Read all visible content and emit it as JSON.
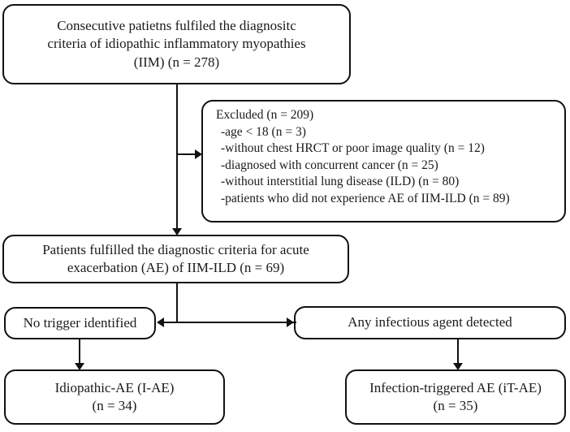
{
  "diagram": {
    "type": "flowchart",
    "title_node": {
      "name": "enrollment-box",
      "lines": [
        "Consecutive patietns fulfiled the diagnositc",
        "criteria of idiopathic inflammatory myopathies",
        "(IIM) (n = 278)"
      ]
    },
    "excluded_node": {
      "name": "excluded-box",
      "heading": "Excluded (n = 209)",
      "items": [
        "-age < 18 (n = 3)",
        "-without chest HRCT or poor image quality (n = 12)",
        "-diagnosed with concurrent cancer (n = 25)",
        "-without interstitial lung disease (ILD) (n = 80)",
        "-patients who did not experience AE of IIM-ILD (n = 89)"
      ]
    },
    "included_node": {
      "name": "included-box",
      "lines": [
        "Patients fulfilled the diagnostic criteria for acute",
        "exacerbation (AE) of IIM-ILD (n = 69)"
      ]
    },
    "branch_left_node": {
      "name": "no-trigger-box",
      "lines": [
        "No trigger identified"
      ]
    },
    "branch_right_node": {
      "name": "infectious-agent-box",
      "lines": [
        "Any infectious agent  detected"
      ]
    },
    "outcome_left_node": {
      "name": "idiopathic-ae-box",
      "lines": [
        "Idiopathic-AE (I-AE)",
        "(n = 34)"
      ]
    },
    "outcome_right_node": {
      "name": "infection-triggered-ae-box",
      "lines": [
        "Infection-triggered AE (iT-AE)",
        "(n = 35)"
      ]
    },
    "colors": {
      "stroke": "#111111",
      "background": "#ffffff",
      "text": "#1a1a1a"
    }
  }
}
